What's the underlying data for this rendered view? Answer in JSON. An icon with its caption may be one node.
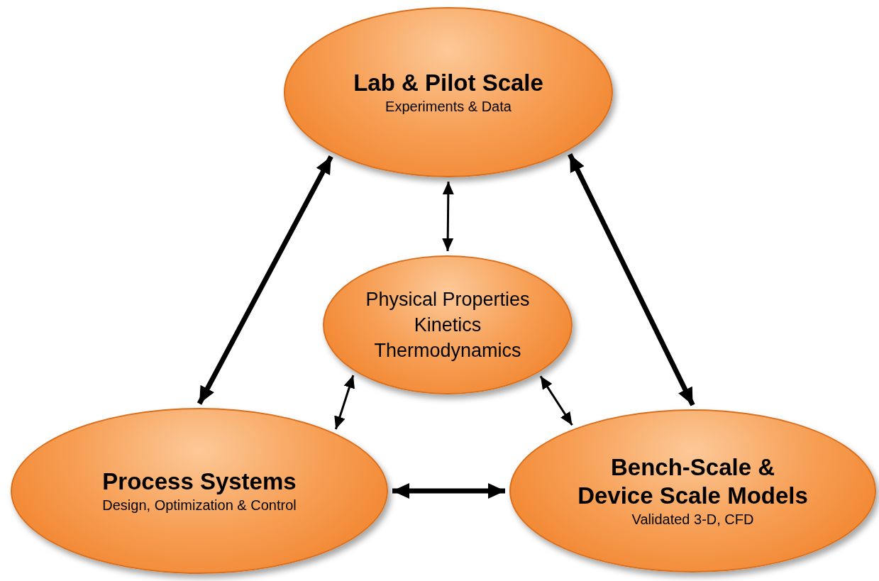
{
  "diagram": {
    "nodes": [
      {
        "text": [
          "Lab & Pilot Scale",
          "Experiments & Data"
        ]
      },
      {
        "text": [
          "Physical Properties",
          "Kinetics",
          "Thermodynamics"
        ]
      },
      {
        "text": [
          "Process Systems",
          "Design, Optimization & Control"
        ]
      },
      {
        "text": [
          "Bench-Scale & Device Scale Models",
          "Validated 3-D, CFD"
        ]
      }
    ],
    "edges": [
      {
        "from": 0,
        "to": 2,
        "arrow": "both",
        "style": "thick"
      },
      {
        "from": 0,
        "to": 1,
        "arrow": "both"
      },
      {
        "from": 0,
        "to": 3,
        "arrow": "both",
        "style": "thick"
      },
      {
        "from": 1,
        "to": 2,
        "arrow": "both"
      },
      {
        "from": 1,
        "to": 3,
        "arrow": "both"
      },
      {
        "from": 2,
        "to": 3,
        "arrow": "both",
        "style": "thick"
      }
    ]
  }
}
